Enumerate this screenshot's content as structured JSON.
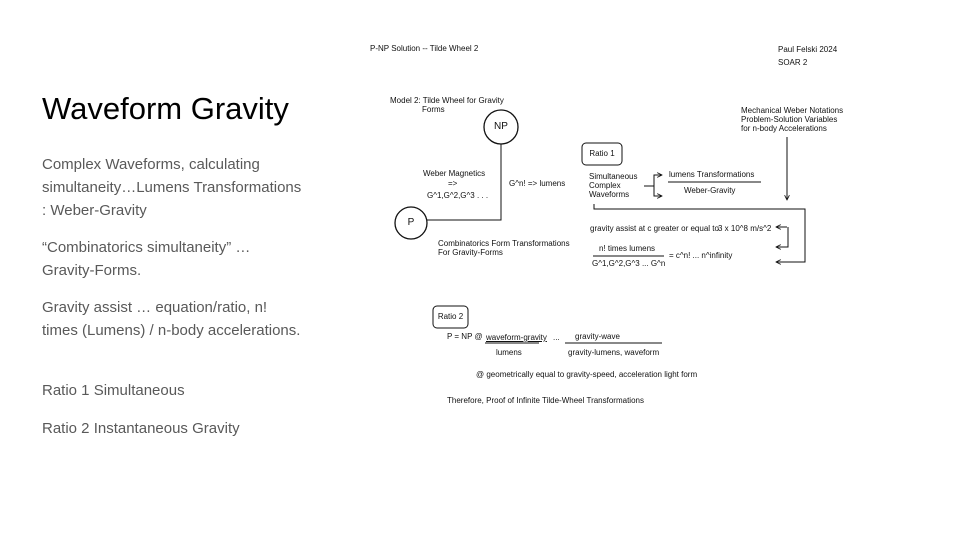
{
  "slide": {
    "title": "Waveform Gravity",
    "bullets": [
      "Complex Waveforms, calculating simultaneity…Lumens Transformations : Weber-Gravity",
      "“Combinatorics simultaneity” … Gravity-Forms.",
      "Gravity assist … equation/ratio, n! times (Lumens) / n-body accelerations.",
      "Ratio 1 Simultaneous",
      "Ratio 2 Instantaneous Gravity"
    ]
  },
  "diagram": {
    "header_left": "P-NP Solution -- Tilde Wheel 2",
    "author": "Paul Felski 2024",
    "subtitle": "SOAR 2",
    "model_title_1": "Model 2: Tilde Wheel for Gravity",
    "model_title_2": "Forms",
    "node_np": "NP",
    "node_p": "P",
    "weber_1": "Weber Magnetics",
    "weber_2": "=>",
    "weber_3": "G^1,G^2,G^3 . . .",
    "gn_lumens": "G^n! => lumens",
    "comb_1": "Combinatorics Form Transformations",
    "comb_2": "For Gravity-Forms",
    "mech_1": "Mechanical Weber Notations",
    "mech_2": "Problem-Solution Variables",
    "mech_3": "for n-body Accelerations",
    "ratio1_label": "Ratio 1",
    "sim_1": "Simultaneous",
    "sim_2": "Complex",
    "sim_3": "Waveforms",
    "lumens_transformations": "lumens Transformations",
    "weber_gravity": "Weber-Gravity",
    "gravity_assist": "gravity assist at c greater or equal to",
    "speed": "3 x 10^8 m/s^2",
    "n_times_lumens": "n! times lumens",
    "g_series": "G^1,G^2,G^3 ... G^n",
    "equals_cn": "= c^n! ... n^infinity",
    "ratio2_label": "Ratio 2",
    "p_eq_np": "P = NP @",
    "waveform_gravity": "waveform-gravity",
    "dots": "...",
    "gravity_wave": "gravity-wave",
    "lumens": "lumens",
    "gravity_lumens": "gravity-lumens, waveform",
    "geometric": "@ geometrically equal to gravity-speed, acceleration light form",
    "therefore": "Therefore, Proof of Infinite Tilde-Wheel Transformations"
  }
}
